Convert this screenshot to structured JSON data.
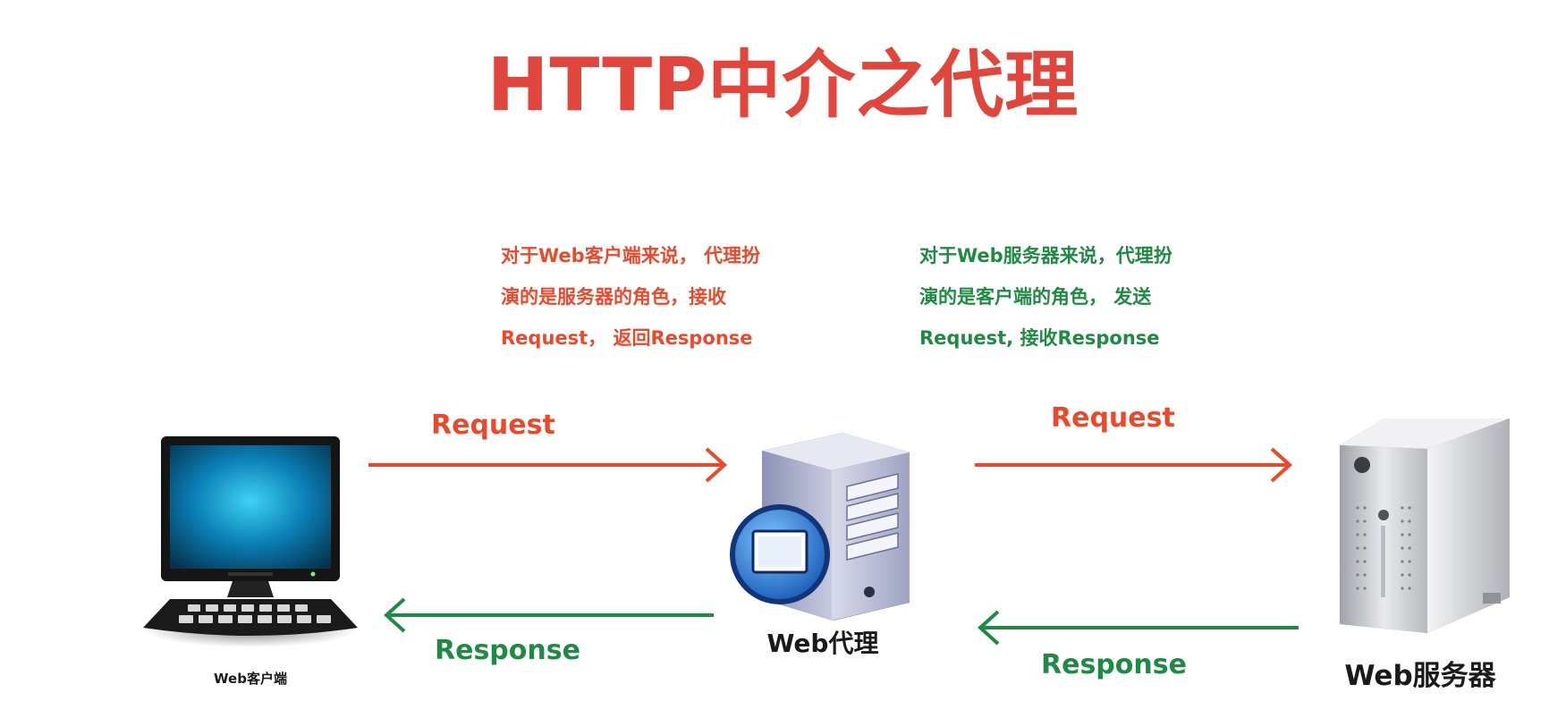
{
  "title": "HTTP中介之代理",
  "notes": {
    "client_side": [
      "对于Web客户端来说， 代理扮",
      "演的是服务器的角色，接收",
      "Request， 返回Response"
    ],
    "server_side": [
      "对于Web服务器来说，代理扮",
      "演的是客户端的角色， 发送",
      "Request, 接收Response"
    ]
  },
  "nodes": {
    "client": "Web客户端",
    "proxy": "Web代理",
    "server": "Web服务器"
  },
  "arrows": {
    "client_to_proxy": "Request",
    "proxy_to_client": "Response",
    "proxy_to_server": "Request",
    "server_to_proxy": "Response"
  },
  "colors": {
    "title": "#e0463c",
    "request": "#ea4a2b",
    "response": "#1f8a43"
  },
  "icons": {
    "client": "desktop-computer-icon",
    "proxy": "proxy-server-icon",
    "server": "server-tower-icon"
  }
}
